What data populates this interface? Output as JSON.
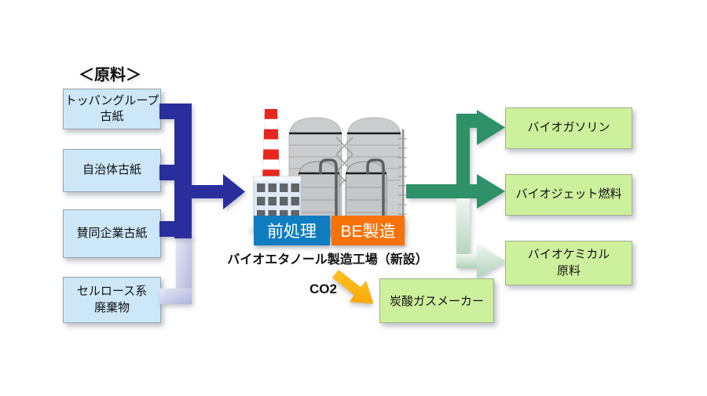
{
  "diagram": {
    "heading": "＜原料＞",
    "sources": [
      {
        "label": "トッパングループ\n古紙"
      },
      {
        "label": "自治体古紙"
      },
      {
        "label": "賛同企業古紙"
      },
      {
        "label": "セルロース系\n廃棄物"
      }
    ],
    "factory": {
      "pretreatment_label": "前処理",
      "be_production_label": "BE製造",
      "caption": "バイオエタノール製造工場（新設）"
    },
    "co2": {
      "label": "CO2",
      "target": "炭酸ガスメーカー"
    },
    "outputs": [
      {
        "label": "バイオガソリン"
      },
      {
        "label": "バイオジェット燃料"
      },
      {
        "label": "バイオケミカル\n原料"
      }
    ],
    "colors": {
      "source_box_fill": "#CBE7F8",
      "output_box_fill": "#CDF09C",
      "navy_arrow": "#2B2E9C",
      "lavender_arrow": "#C3C8E6",
      "green_arrow": "#2F9168",
      "pale_green_arrow": "#C2DCC9",
      "pretreat_label_bg": "#117DC1",
      "be_label_bg": "#F7720A",
      "co2_arrow": "#FBAE17",
      "chimney_red": "#E8251F"
    }
  }
}
